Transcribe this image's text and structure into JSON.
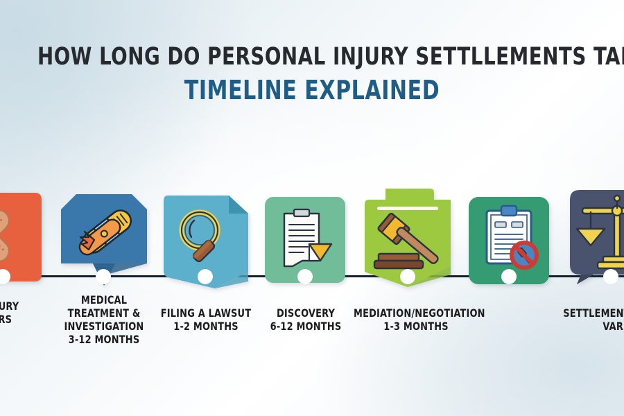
{
  "title": {
    "line1": "HOW LONG DO PERSONAL INJURY SETTLLEMENTS TAKE?",
    "line2": "TIMELINE EXPLAINED",
    "line1_color": "#262a2e",
    "line2_color": "#1f5d86"
  },
  "background": {
    "gradient_from": "#d9e6ed",
    "gradient_to": "#ffffff"
  },
  "timeline": {
    "axis_color": "#14202b",
    "dot_color": "#ffffff"
  },
  "steps": [
    {
      "id": "injury-occurs",
      "title": "INJURY",
      "duration": "URS",
      "icon": "bandage-icon",
      "color": "#e8613f",
      "shape": "rounded-square",
      "clipped": true
    },
    {
      "id": "medical-treatment",
      "title": "MEDICAL TREATMENT & INVESTIGATION",
      "duration": "3-12 MONTHS",
      "icon": "bandage-pill-icon",
      "color": "#3a78ac",
      "shape": "octagon",
      "clipped": false
    },
    {
      "id": "filing-a-lawsuit",
      "title": "FILING A LAWSUT",
      "duration": "1-2 MONTHS",
      "icon": "magnifier-icon",
      "color": "#5cb0cb",
      "shape": "folded-corner",
      "clipped": false
    },
    {
      "id": "discovery",
      "title": "DISCOVERY",
      "duration": "6-12 MONTHS",
      "icon": "document-icon",
      "color": "#72bd99",
      "shape": "rounded-square",
      "clipped": false
    },
    {
      "id": "mediation-negotiation",
      "title": "MEDIATION/NEGOTIATION",
      "duration": "1-3 MONTHS",
      "icon": "gavel-icon",
      "color": "#9cc93f",
      "shape": "folder",
      "clipped": false
    },
    {
      "id": "settlement-or-trial",
      "title": "",
      "duration": "",
      "icon": "clipboard-prohibited-icon",
      "color": "#349b72",
      "shape": "rounded-square",
      "clipped": false
    },
    {
      "id": "settlement-varies",
      "title": "SETTLEMENT",
      "duration": "VARIE",
      "icon": "scales-of-justice-icon",
      "color": "#49536e",
      "shape": "speech-bubble",
      "clipped": true
    }
  ]
}
